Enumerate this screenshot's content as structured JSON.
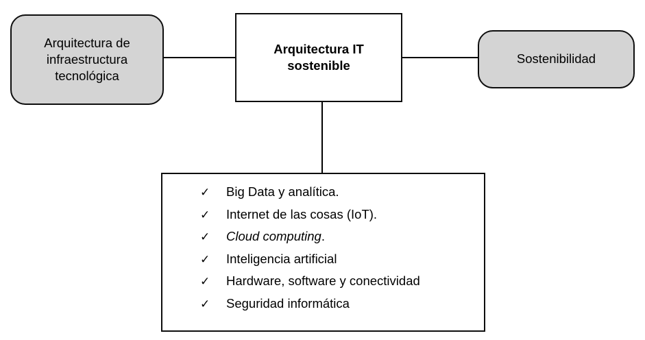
{
  "diagram": {
    "nodes": {
      "infrastructure": {
        "label": "Arquitectura de\ninfraestructura\ntecnológica",
        "shape": "rounded-rectangle",
        "fill": "#d4d4d4",
        "stroke": "#0d0d0d"
      },
      "core": {
        "label": "Arquitectura IT\nsostenible",
        "shape": "rectangle",
        "fill": "#ffffff",
        "stroke": "#0d0d0d",
        "bold": true
      },
      "sustainability": {
        "label": "Sostenibilidad",
        "shape": "rounded-rectangle",
        "fill": "#d4d4d4",
        "stroke": "#0d0d0d"
      }
    },
    "list_box": {
      "shape": "rectangle",
      "fill": "#ffffff",
      "stroke": "#0d0d0d",
      "bullet_icon": "check-icon",
      "bullet_glyph": "✓",
      "items": [
        {
          "text": "Big Data y analítica.",
          "italic": false
        },
        {
          "text": "Internet de las cosas (IoT).",
          "italic": false
        },
        {
          "text": "Cloud computing",
          "italic": true,
          "suffix": "."
        },
        {
          "text": "Inteligencia artificial",
          "italic": false
        },
        {
          "text": "Hardware, software y conectividad",
          "italic": false
        },
        {
          "text": "Seguridad informática",
          "italic": false
        }
      ]
    },
    "connectors": [
      {
        "name": "infrastructure-to-core",
        "orientation": "horizontal"
      },
      {
        "name": "core-to-sustainability",
        "orientation": "horizontal"
      },
      {
        "name": "core-to-list",
        "orientation": "vertical"
      }
    ]
  }
}
